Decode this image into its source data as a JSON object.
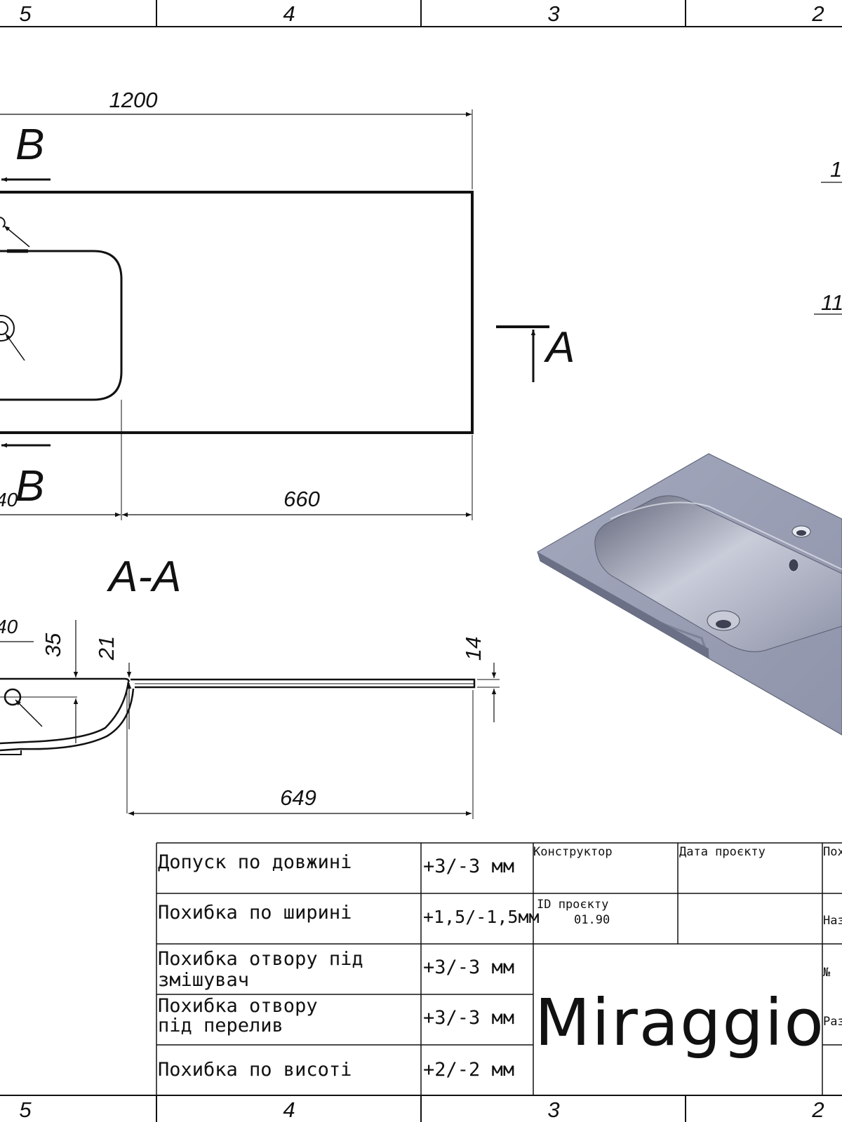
{
  "zones": [
    "5",
    "4",
    "3",
    "2"
  ],
  "views": {
    "section_b_label": "B",
    "section_a_label": "A",
    "section_aa_title": "A-A"
  },
  "dimensions": {
    "overall_length": "1200",
    "top_length": "660",
    "section_length": "649",
    "depth_35": "35",
    "height_21": "21",
    "thickness_14": "14",
    "partial_left": "40",
    "partial_right_top": "1",
    "partial_right_mid": "11"
  },
  "tolerances": [
    {
      "label": "Допуск по довжині",
      "value": "+3/-3 мм"
    },
    {
      "label": "Похибка по ширині",
      "value": "+1,5/-1,5мм"
    },
    {
      "label": "Похибка отвору під змішувач",
      "value": "+3/-3 мм"
    },
    {
      "label": "Похибка отвору під перелив",
      "value": "+3/-3 мм"
    },
    {
      "label": "Похибка по висоті",
      "value": "+2/-2 мм"
    }
  ],
  "title_block": {
    "designer_label": "Конструктор",
    "date_label": "Дата проєкту",
    "project_id_label": "ID проєкту",
    "project_id_value": "01.90",
    "brand": "Miraggio",
    "cut_pox": "Пох",
    "cut_naz": "Наз",
    "cut_no": "№",
    "cut_raz": "Раз"
  },
  "colors": {
    "line": "#111111",
    "model_face": "#9aa0b5",
    "model_shadow": "#6b7086"
  }
}
